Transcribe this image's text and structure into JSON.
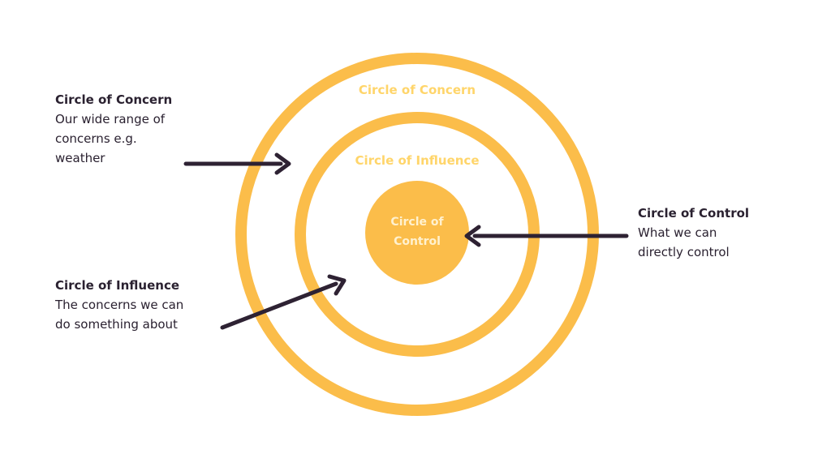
{
  "diagram": {
    "colors": {
      "ring": "#FBBD4A",
      "core": "#FBBD4A",
      "arrow": "#2E2233",
      "text": "#2A2130",
      "ring_label": "#FFD56A",
      "core_label": "#FFF1CF",
      "background": "#FFFFFF"
    },
    "rings": {
      "concern_label": "Circle of Concern",
      "influence_label": "Circle of Influence",
      "control_label_line1": "Circle of",
      "control_label_line2": "Control"
    },
    "notes": {
      "concern": {
        "title": "Circle of Concern",
        "body": "Our wide range of\nconcerns e.g.\nweather"
      },
      "influence": {
        "title": "Circle of Influence",
        "body": "The concerns we can\ndo something about"
      },
      "control": {
        "title": "Circle of Control",
        "body": "What we can\ndirectly control"
      }
    }
  }
}
